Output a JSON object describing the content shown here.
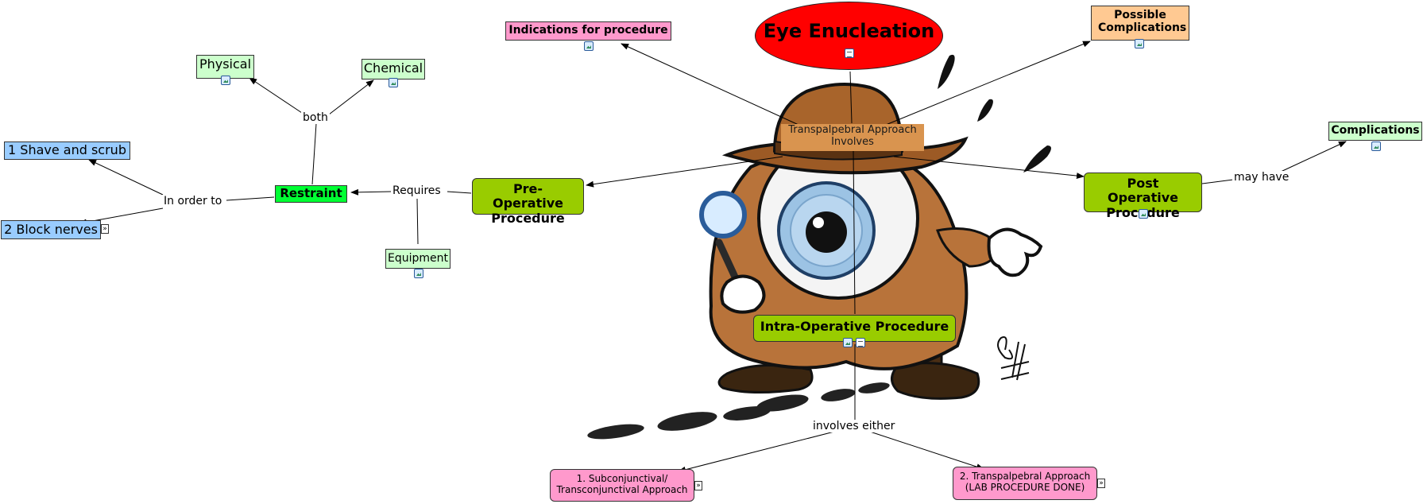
{
  "colors": {
    "title_red": "#ff0000",
    "pink": "#ff99cc",
    "orange": "#ffc992",
    "light_green": "#ccffcc",
    "lime": "#99cc00",
    "bright_green": "#00ff33",
    "blue": "#99ccff"
  },
  "illustration": {
    "icon": "detective-eyeball-illustration"
  },
  "nodes": {
    "title": "Eye Enucleation",
    "indications": "Indications for procedure",
    "possible_complications": "Possible Complications",
    "transpalpebral_center": "Transpalpebral Approach Involves",
    "pre_operative": "Pre-Operative Procedure",
    "post_operative": "Post Operative Procedure",
    "complications": "Complications",
    "intra_operative": "Intra-Operative Procedure",
    "restraint": "Restraint",
    "physical": "Physical",
    "chemical": "Chemical",
    "equipment": "Equipment",
    "shave_scrub": "1 Shave and scrub",
    "block_nerves": "2 Block nerves",
    "subconjunctival": "1. Subconjunctival/ Transconjunctival Approach",
    "transpalpebral_lab": "2. Transpalpebral Approach (LAB PROCEDURE DONE)"
  },
  "links": {
    "may_have": "may have",
    "requires": "Requires",
    "both": "both",
    "in_order_to": "In order to",
    "involves_either": "involves either"
  }
}
